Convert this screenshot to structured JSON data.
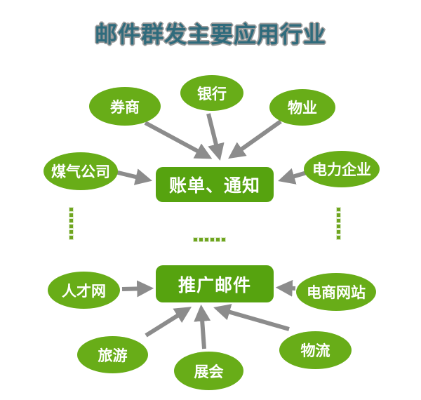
{
  "title": "邮件群发主要应用行业",
  "colors": {
    "node_green": "#68AD18",
    "hub_green": "#56A30F",
    "arrow_gray": "#8C8C8C",
    "title_fill": "#2F6B7C",
    "title_outline": "#9B9B9B",
    "dot_green": "#6FA51F",
    "node_text": "#FFFFFF",
    "background": "#FFFFFF"
  },
  "top_cluster": {
    "hub": "账单、通知",
    "nodes": [
      {
        "label": "券商"
      },
      {
        "label": "银行"
      },
      {
        "label": "物业"
      },
      {
        "label": "煤气公司"
      },
      {
        "label": "电力企业"
      }
    ]
  },
  "bottom_cluster": {
    "hub": "推广邮件",
    "nodes": [
      {
        "label": "人才网"
      },
      {
        "label": "电商网站"
      },
      {
        "label": "旅游"
      },
      {
        "label": "展会"
      },
      {
        "label": "物流"
      }
    ]
  }
}
